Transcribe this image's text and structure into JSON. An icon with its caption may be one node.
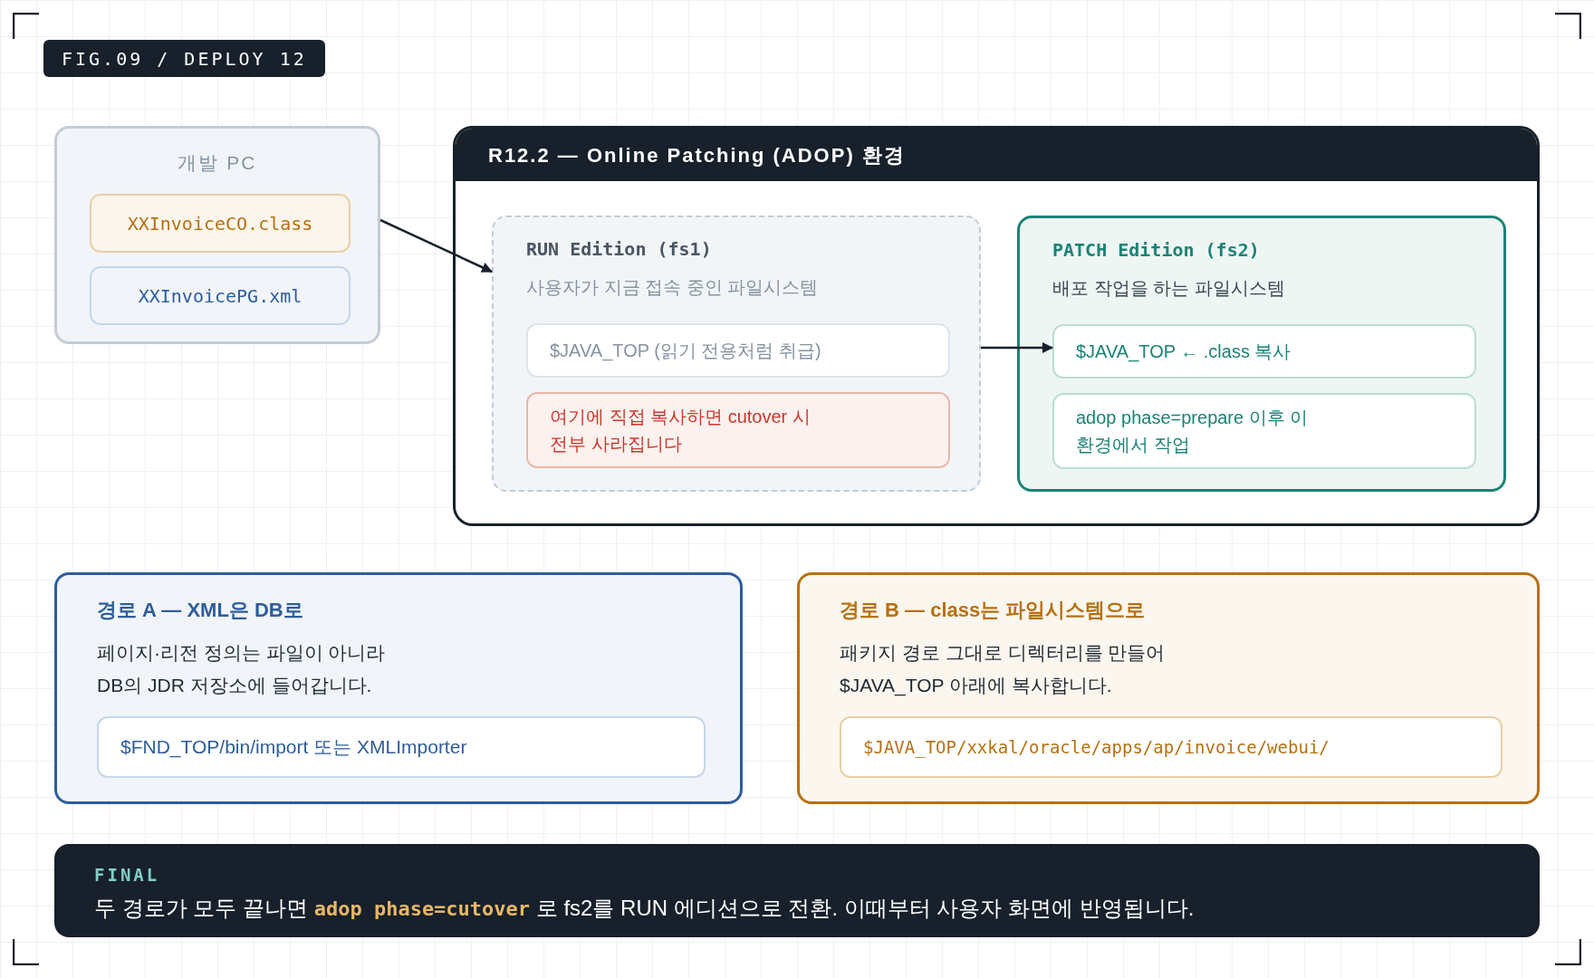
{
  "diagram": {
    "nodes": [
      {
        "text": [
          "개발 PC"
        ]
      },
      {
        "text": [
          "XXInvoiceCO.class"
        ],
        "in": 0
      },
      {
        "text": [
          "XXInvoicePG.xml"
        ],
        "in": 0
      },
      {
        "text": [
          "R12.2 — Online Patching (ADOP) 환경"
        ]
      },
      {
        "text": [
          "RUN Edition (fs1)",
          "사용자가 지금 접속 중인 파일시스템"
        ],
        "in": 3
      },
      {
        "text": [
          "$JAVA_TOP (읽기 전용처럼 취급)"
        ],
        "in": 4
      },
      {
        "text": [
          "여기에 직접 복사하면 cutover 시 전부 사라집니다"
        ],
        "in": 4
      },
      {
        "text": [
          "PATCH Edition (fs2)",
          "배포 작업을 하는 파일시스템"
        ],
        "in": 3
      },
      {
        "text": [
          "$JAVA_TOP ← .class 복사"
        ],
        "in": 7
      },
      {
        "text": [
          "adop phase=prepare 이후 이 환경에서 작업"
        ],
        "in": 7
      },
      {
        "text": [
          "경로 A — XML은 DB로",
          "페이지·리전 정의는 파일이 아니라 DB의 JDR 저장소에 들어갑니다."
        ]
      },
      {
        "text": [
          "$FND_TOP/bin/import 또는 XMLImporter"
        ],
        "in": 10
      },
      {
        "text": [
          "경로 B — class는 파일시스템으로",
          "패키지 경로 그대로 디렉터리를 만들어 $JAVA_TOP 아래에 복사합니다."
        ]
      },
      {
        "text": [
          "$JAVA_TOP/xxkal/oracle/apps/ap/invoice/webui/"
        ],
        "in": 12
      },
      {
        "text": [
          "FINAL",
          "두 경로가 모두 끝나면 **adop phase=cutover** 로 fs2를 RUN 에디션으로 전환. 이때부터 사용자 화면에 반영됩니다."
        ]
      }
    ],
    "edges": [
      {
        "from": 0,
        "to": 4,
        "arrow": "to"
      },
      {
        "from": 4,
        "to": 8,
        "arrow": "to"
      }
    ],
    "labels": [
      "FIG.09 / DEPLOY 12"
    ]
  }
}
